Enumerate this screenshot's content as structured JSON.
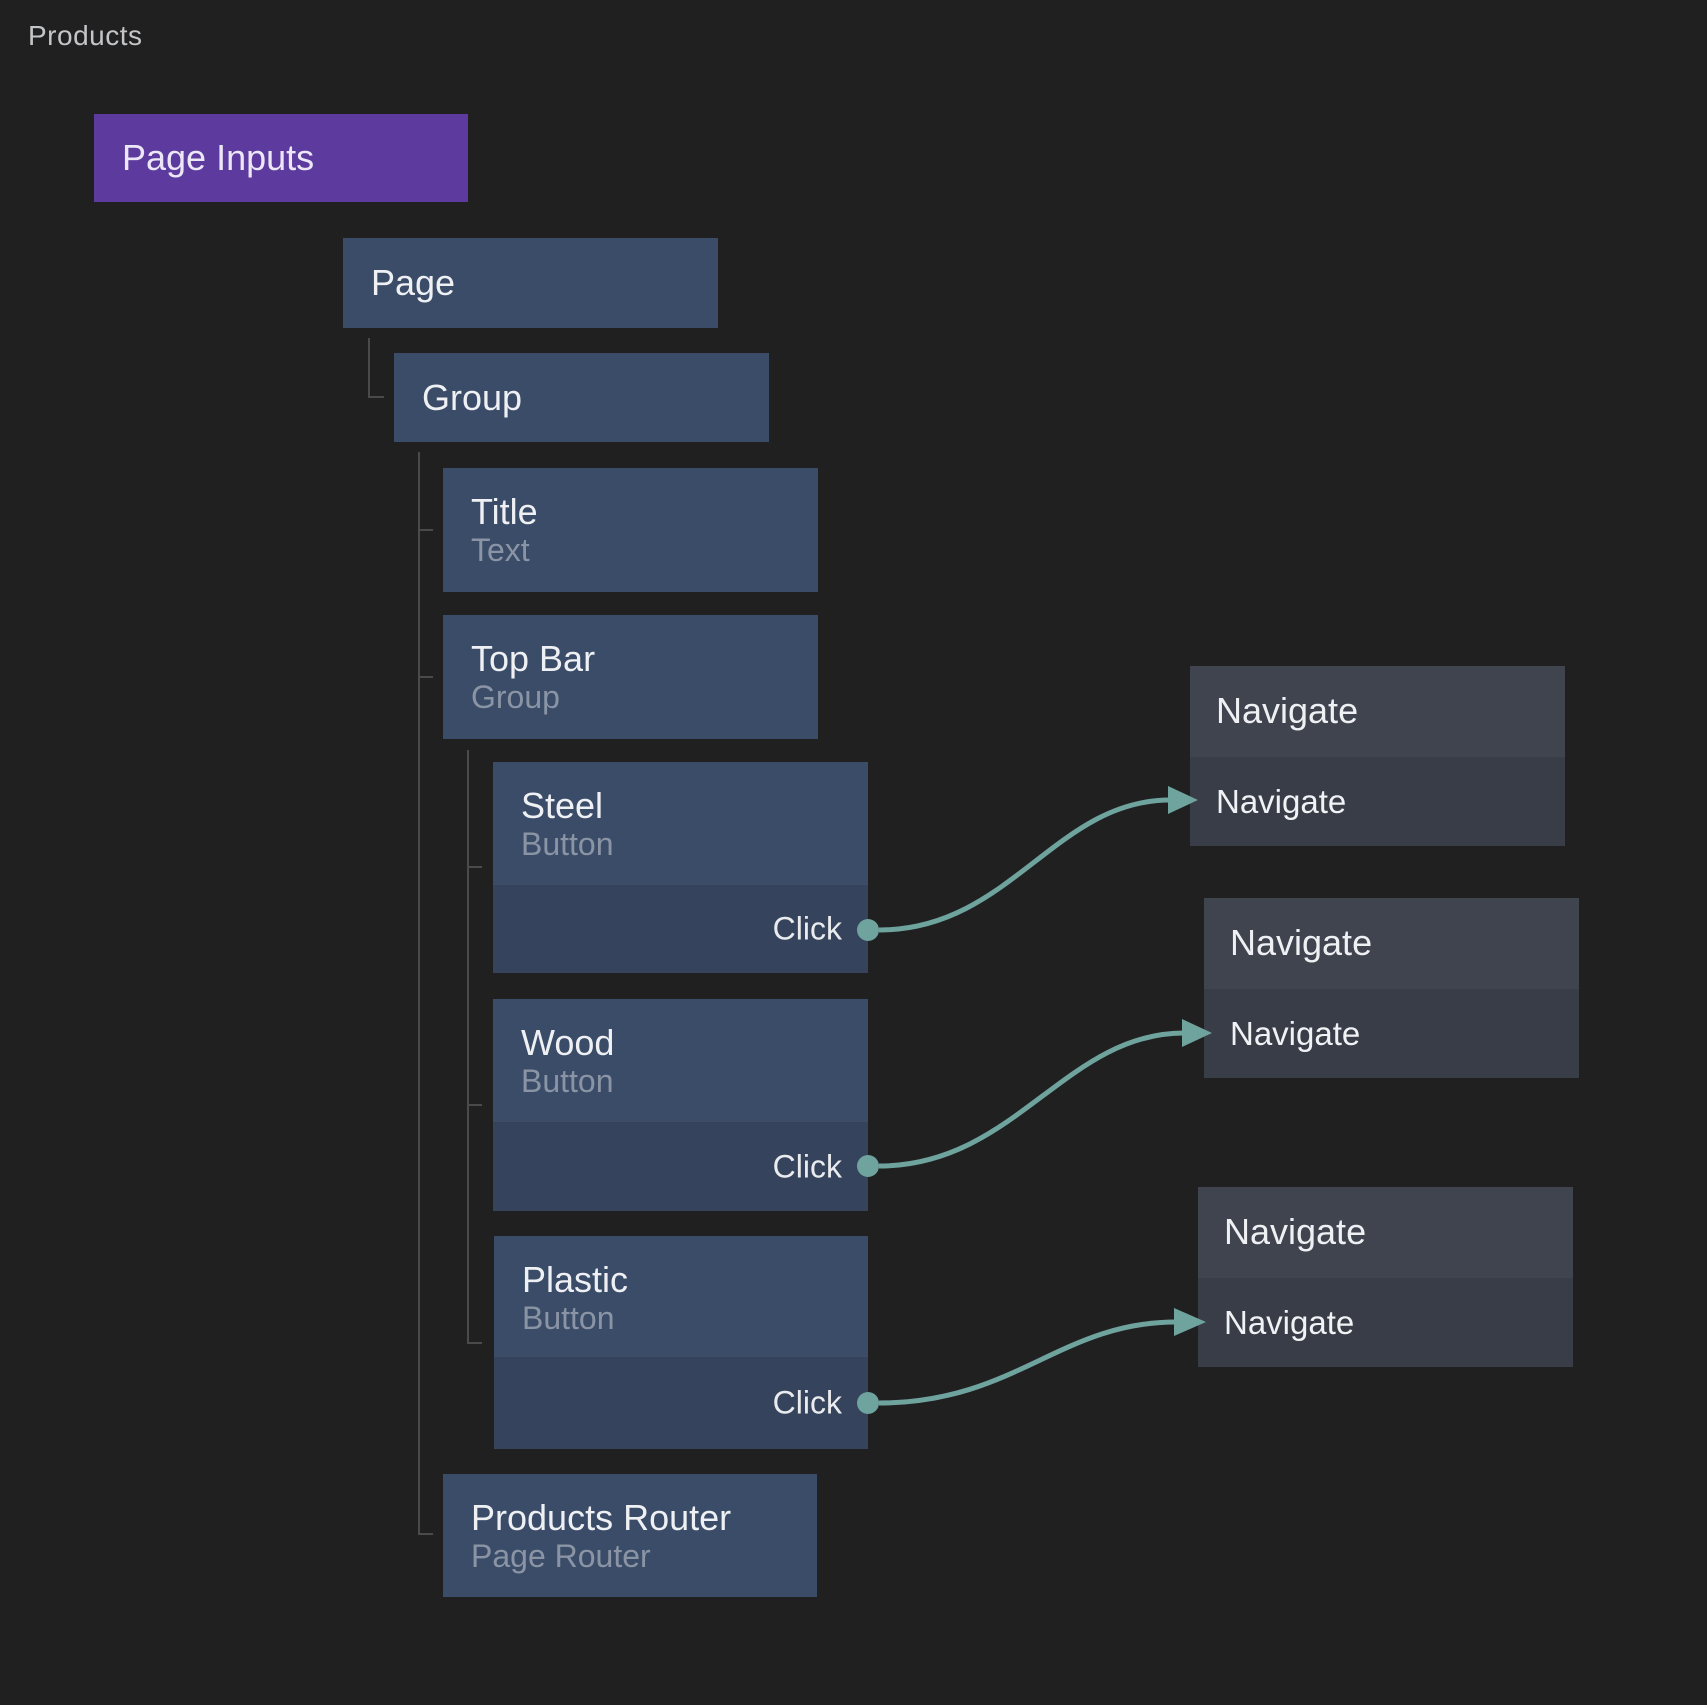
{
  "app": {
    "title": "Products"
  },
  "colors": {
    "background": "#202021",
    "node_blue": "#3a4c68",
    "node_blue_dark": "#35445c",
    "node_purple": "#5d3a9d",
    "nav_header": "#40444f",
    "nav_body": "#393d47",
    "connector": "#6fa39e",
    "tree_line": "#4a4a4a",
    "text_primary": "#eef0f3",
    "text_secondary": "#8a94a4",
    "title_text": "#c4c5c7"
  },
  "nodes": {
    "page_inputs": {
      "label": "Page Inputs"
    },
    "page": {
      "label": "Page"
    },
    "group": {
      "label": "Group"
    },
    "title": {
      "label": "Title",
      "type": "Text"
    },
    "top_bar": {
      "label": "Top Bar",
      "type": "Group"
    },
    "steel": {
      "label": "Steel",
      "type": "Button",
      "event": "Click"
    },
    "wood": {
      "label": "Wood",
      "type": "Button",
      "event": "Click"
    },
    "plastic": {
      "label": "Plastic",
      "type": "Button",
      "event": "Click"
    },
    "products_router": {
      "label": "Products Router",
      "type": "Page Router"
    },
    "navigate_1": {
      "label": "Navigate",
      "action": "Navigate"
    },
    "navigate_2": {
      "label": "Navigate",
      "action": "Navigate"
    },
    "navigate_3": {
      "label": "Navigate",
      "action": "Navigate"
    }
  }
}
